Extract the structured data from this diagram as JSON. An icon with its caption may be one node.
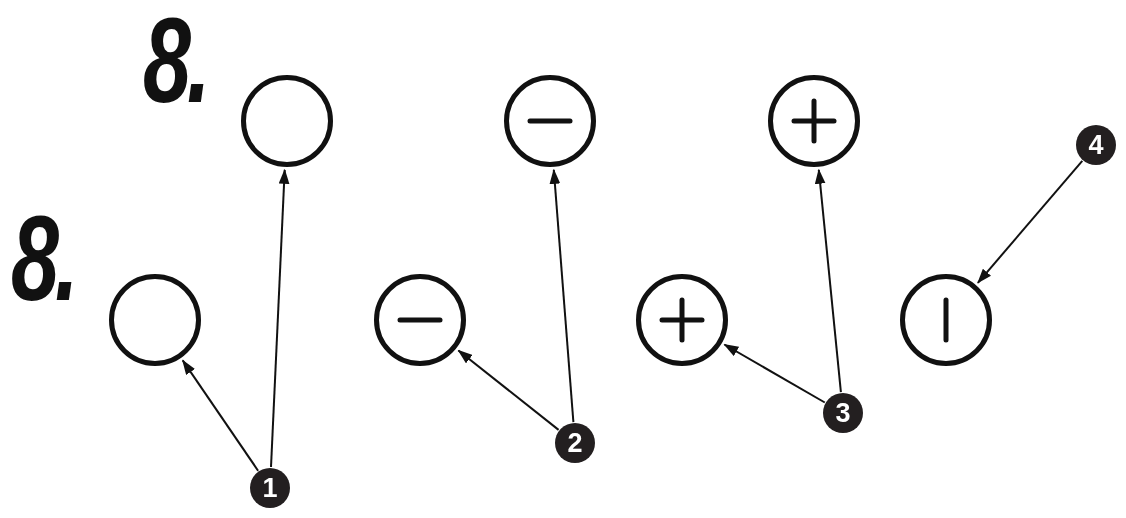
{
  "diagram": {
    "nodes": [
      {
        "text": [],
        "shape": "circle"
      },
      {
        "text": [],
        "shape": "circle"
      },
      {
        "text": [],
        "shape": "circle"
      },
      {
        "text": [
          "4"
        ]
      },
      {
        "text": [],
        "shape": "circle"
      },
      {
        "text": [],
        "shape": "circle"
      },
      {
        "text": [],
        "shape": "circle"
      },
      {
        "text": [],
        "shape": "circle"
      },
      {
        "text": [
          "1"
        ]
      },
      {
        "text": [
          "2"
        ]
      },
      {
        "text": [
          "3"
        ]
      }
    ],
    "edges": [
      {
        "from": 8,
        "to": 4,
        "arrow": "to"
      },
      {
        "from": 8,
        "to": 0,
        "arrow": "to"
      },
      {
        "from": 9,
        "to": 5,
        "arrow": "to"
      },
      {
        "from": 9,
        "to": 1,
        "arrow": "to"
      },
      {
        "from": 10,
        "to": 6,
        "arrow": "to"
      },
      {
        "from": 10,
        "to": 2,
        "arrow": "to"
      },
      {
        "from": 3,
        "to": 7,
        "arrow": "to"
      }
    ],
    "labels": [
      "8.",
      "8."
    ]
  }
}
